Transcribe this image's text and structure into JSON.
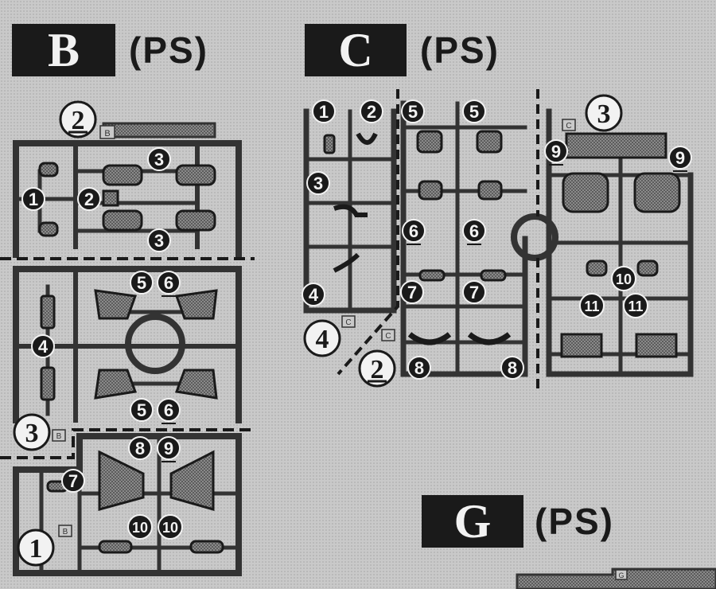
{
  "colors": {
    "background": "#c9c9c9",
    "ink": "#1a1a1a",
    "paper": "#f2f2f2",
    "gate": "#333333"
  },
  "runners": {
    "B": {
      "letter": "B",
      "material": "(PS)"
    },
    "C": {
      "letter": "C",
      "material": "(PS)"
    },
    "G": {
      "letter": "G",
      "material": "(PS)"
    }
  },
  "frame_tags": {
    "t1": "B",
    "t2": "C",
    "t3": "C",
    "t4": "C",
    "t5": "B",
    "t6": "B",
    "t7": "G"
  },
  "labels": {
    "b1": "1",
    "b2": "2",
    "b3a": "3",
    "b3b": "3",
    "b4": "4",
    "b5a": "5",
    "b6a": "6",
    "b5b": "5",
    "b6b": "6",
    "b7": "7",
    "b8": "8",
    "b9": "9",
    "b10a": "10",
    "b10b": "10",
    "c1": "1",
    "c2": "2",
    "c3": "3",
    "c4": "4",
    "c5a": "5",
    "c5b": "5",
    "c6a": "6",
    "c6b": "6",
    "c7a": "7",
    "c7b": "7",
    "c8a": "8",
    "c8b": "8",
    "c9a": "9",
    "c9b": "9",
    "c10": "10",
    "c11a": "11",
    "c11b": "11"
  },
  "groups": {
    "gb2": "2",
    "gb3": "3",
    "gb1": "1",
    "gc3": "3",
    "gc4": "4",
    "gc2": "2"
  }
}
